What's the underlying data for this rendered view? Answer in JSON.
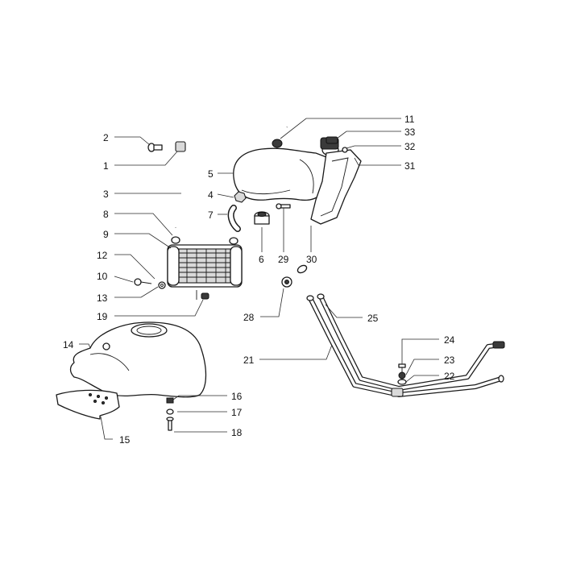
{
  "callouts": {
    "c1": "1",
    "c2": "2",
    "c3": "3",
    "c4": "4",
    "c5": "5",
    "c6": "6",
    "c7": "7",
    "c8": "8",
    "c9": "9",
    "c10": "10",
    "c11": "11",
    "c12": "12",
    "c13": "13",
    "c14": "14",
    "c15": "15",
    "c16": "16",
    "c17": "17",
    "c18": "18",
    "c19": "19",
    "c21": "21",
    "c22": "22",
    "c23": "23",
    "c24": "24",
    "c25": "25",
    "c28": "28",
    "c29": "29",
    "c30": "30",
    "c31": "31",
    "c32": "32",
    "c33": "33"
  }
}
